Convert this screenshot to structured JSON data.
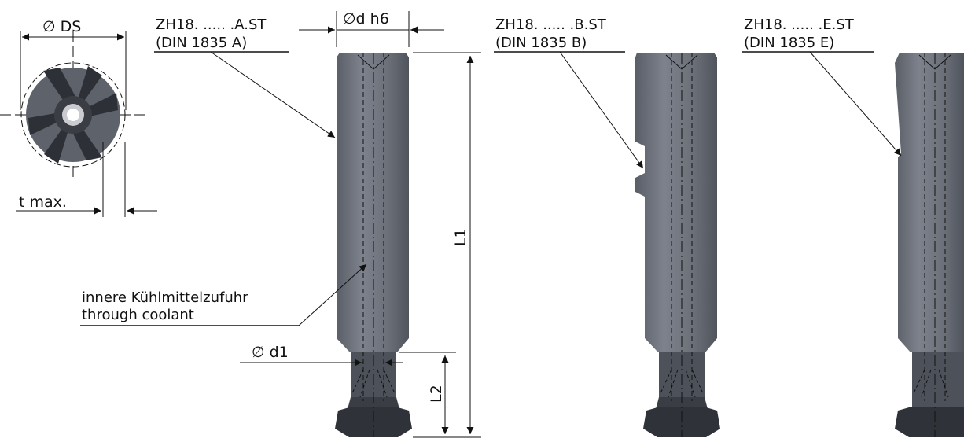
{
  "view_label": {
    "diameter_ds": "∅ DS",
    "t_max": "t max."
  },
  "variants": [
    {
      "code": "ZH18. ..... .A.ST",
      "din": "(DIN 1835 A)"
    },
    {
      "code": "ZH18. ..... .B.ST",
      "din": "(DIN 1835 B)"
    },
    {
      "code": "ZH18. ..... .E.ST",
      "din": "(DIN 1835 E)"
    }
  ],
  "dimensions": {
    "shank_diameter": "∅d h6",
    "coolant_diameter": "∅ d1",
    "overall_length": "L1",
    "head_length": "L2"
  },
  "coolant_note": {
    "line_de": "innere Kühlmittelzufuhr",
    "line_en": "through coolant"
  },
  "colors": {
    "shank": "#6f737d",
    "shank_light": "#8a8f99",
    "cutter": "#2f3238",
    "line": "#111111"
  }
}
